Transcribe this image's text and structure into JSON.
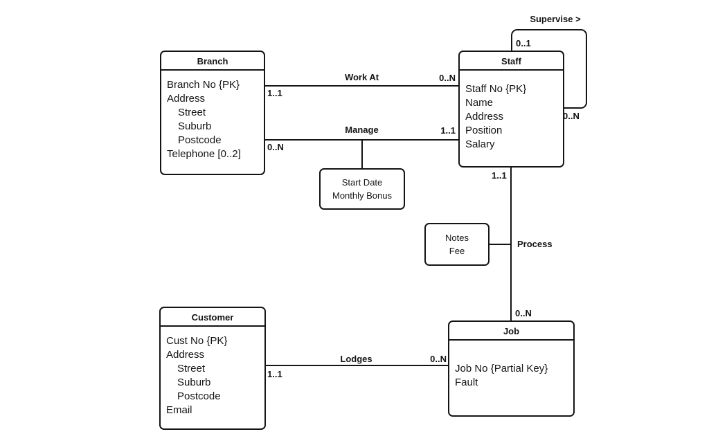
{
  "colors": {
    "stroke": "#141414",
    "background": "#ffffff"
  },
  "entities": {
    "branch": {
      "title": "Branch",
      "attributes": [
        "Branch No {PK}",
        "Address",
        "Street",
        "Suburb",
        "Postcode",
        "Telephone [0..2]"
      ]
    },
    "staff": {
      "title": "Staff",
      "attributes": [
        "Staff No {PK}",
        "Name",
        "Address",
        "Position",
        "Salary"
      ]
    },
    "customer": {
      "title": "Customer",
      "attributes": [
        "Cust No {PK}",
        "Address",
        "Street",
        "Suburb",
        "Postcode",
        "Email"
      ]
    },
    "job": {
      "title": "Job",
      "attributes": [
        "Job No {Partial Key}",
        "Fault"
      ]
    }
  },
  "callouts": {
    "manage_attributes": {
      "lines": [
        "Start Date",
        "Monthly Bonus"
      ]
    },
    "process_attributes": {
      "lines": [
        "Notes",
        "Fee"
      ]
    }
  },
  "relationships": {
    "work_at": {
      "label": "Work At",
      "branch_cardinality": "1..1",
      "staff_cardinality": "0..N"
    },
    "manage": {
      "label": "Manage",
      "branch_cardinality": "0..N",
      "staff_cardinality": "1..1"
    },
    "supervise": {
      "label": "Supervise >",
      "supervisor_cardinality": "0..1",
      "supervisee_cardinality": "0..N"
    },
    "process": {
      "label": "Process",
      "staff_cardinality": "1..1",
      "job_cardinality": "0..N"
    },
    "lodges": {
      "label": "Lodges",
      "customer_cardinality": "1..1",
      "job_cardinality": "0..N"
    }
  }
}
